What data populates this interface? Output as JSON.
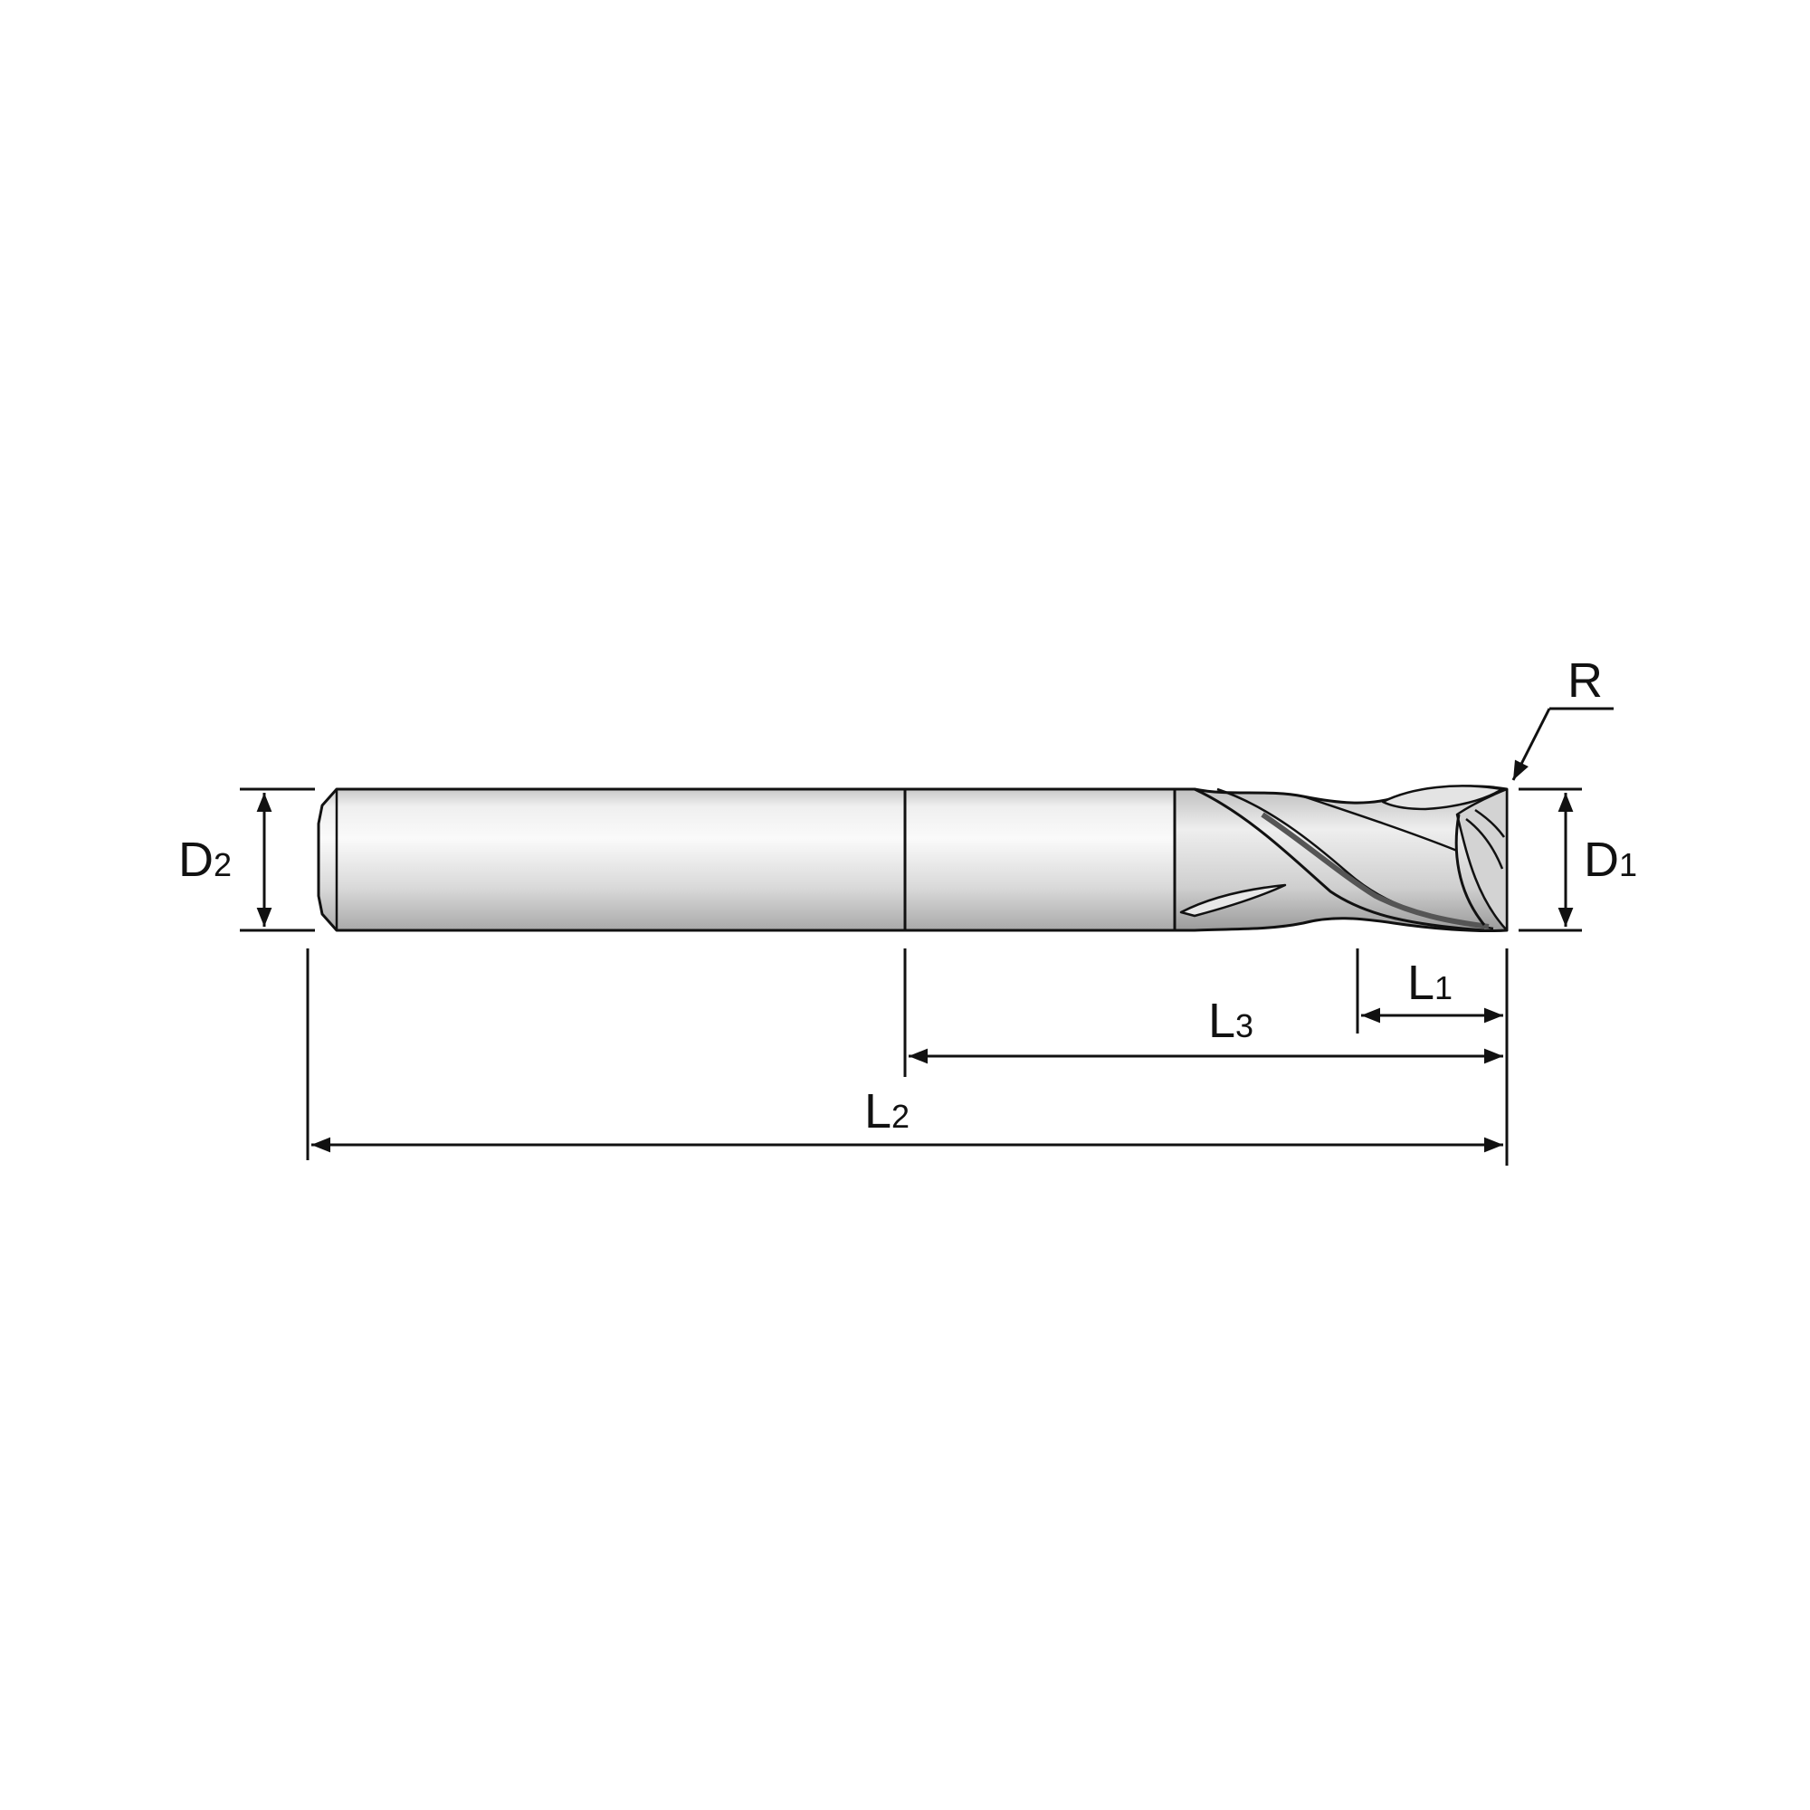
{
  "diagram": {
    "labels": {
      "d2": {
        "main": "D",
        "sub": "2"
      },
      "d1": {
        "main": "D",
        "sub": "1"
      },
      "r": {
        "main": "R"
      },
      "l1": {
        "main": "L",
        "sub": "1"
      },
      "l3": {
        "main": "L",
        "sub": "3"
      },
      "l2": {
        "main": "L",
        "sub": "2"
      }
    },
    "colors": {
      "line": "#111111",
      "shank_light": "#f4f4f4",
      "shank_mid": "#d8d8d8",
      "shank_dark": "#b4b4b4",
      "flute_dark": "#6a6a6a"
    }
  }
}
